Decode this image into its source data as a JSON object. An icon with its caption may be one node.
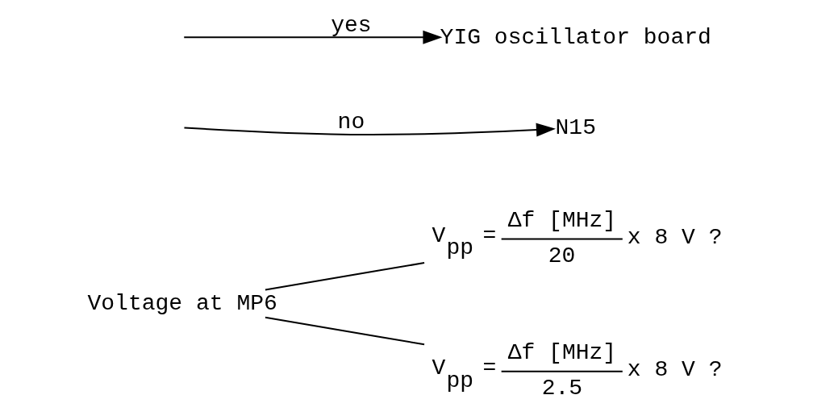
{
  "diagram": {
    "nodes": [
      {
        "text": [
          "Voltage at MP6"
        ]
      },
      {
        "text": [
          "V$_{pp}$ =",
          "Δf [MHz]",
          "20",
          "x 8 V ?"
        ]
      },
      {
        "text": [
          "V$_{pp}$ =",
          "Δf [MHz]",
          "2.5",
          "x 8 V ?"
        ]
      },
      {
        "text": [
          "N15"
        ]
      },
      {
        "text": [
          "YIG oscillator board"
        ]
      }
    ],
    "edges": [
      {
        "from": 0,
        "to": 1,
        "arrow": "none"
      },
      {
        "from": 0,
        "to": 2,
        "arrow": "none"
      },
      {
        "from": null,
        "to": 3,
        "arrow": "to",
        "label": "no"
      },
      {
        "from": null,
        "to": 4,
        "arrow": "to",
        "label": "yes"
      }
    ]
  }
}
